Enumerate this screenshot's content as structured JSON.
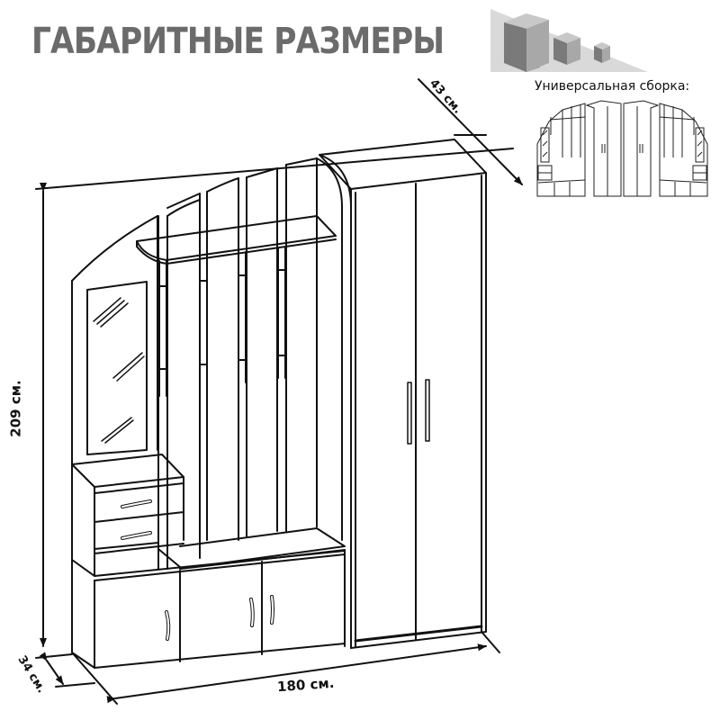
{
  "header": {
    "title": "ГАБАРИТНЫЕ РАЗМЕРЫ",
    "logo_icon": "stepped-boxes-icon"
  },
  "thumbnail": {
    "label": "Универсальная сборка:",
    "description": "Two mirrored hallway units (left and right assembly)"
  },
  "dimensions": {
    "height": "209 см.",
    "width": "180 см.",
    "depth_wardrobe": "43 см.",
    "depth_base": "34 см."
  },
  "colors": {
    "title_gray": "#6b6b6b",
    "line": "#111111",
    "cube_dark": "#7a7a7a",
    "cube_light": "#b5b5b5",
    "cube_top": "#d0d0d0",
    "triangle_bg": "#d9d9d9"
  }
}
